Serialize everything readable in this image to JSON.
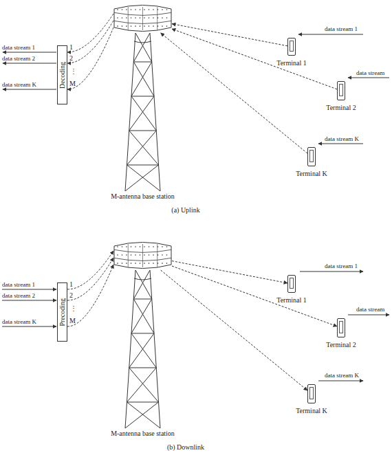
{
  "diagram": {
    "nodes": [
      {
        "text": [
          "Decoding"
        ]
      },
      {
        "text": [
          "M-antenna base station"
        ]
      },
      {
        "text": [
          "Terminal 1"
        ]
      },
      {
        "text": [
          "Terminal 2"
        ]
      },
      {
        "text": [
          "Terminal K"
        ]
      },
      {
        "text": [
          "Precoding"
        ]
      },
      {
        "text": [
          "M-antenna base station"
        ]
      },
      {
        "text": [
          "Terminal 1"
        ]
      },
      {
        "text": [
          "Terminal 2"
        ]
      },
      {
        "text": [
          "Terminal K"
        ]
      }
    ],
    "edges": [
      {
        "from": 2,
        "to": 1,
        "arrow": "to"
      },
      {
        "from": 3,
        "to": 1,
        "arrow": "to"
      },
      {
        "from": 4,
        "to": 1,
        "arrow": "to"
      },
      {
        "from": 1,
        "to": 0,
        "arrow": "to"
      },
      {
        "from": 1,
        "to": 0,
        "arrow": "to"
      },
      {
        "from": 1,
        "to": 0,
        "arrow": "to"
      },
      {
        "from": 5,
        "to": 6,
        "arrow": "to"
      },
      {
        "from": 5,
        "to": 6,
        "arrow": "to"
      },
      {
        "from": 5,
        "to": 6,
        "arrow": "to"
      },
      {
        "from": 6,
        "to": 7,
        "arrow": "to"
      },
      {
        "from": 6,
        "to": 8,
        "arrow": "to"
      },
      {
        "from": 6,
        "to": 9,
        "arrow": "to"
      }
    ],
    "labels": [
      "data stream 1",
      "data stream 2",
      "data stream K",
      "1",
      "2",
      "⋮",
      "M",
      "data stream 1",
      "data stream",
      "data stream K",
      "(a) Uplink",
      "data stream 1",
      "data stream 2",
      "data stream K",
      "1",
      "2",
      "⋮",
      "M",
      "data stream 1",
      "data stream",
      "data stream K",
      "(b) Downlink"
    ]
  }
}
